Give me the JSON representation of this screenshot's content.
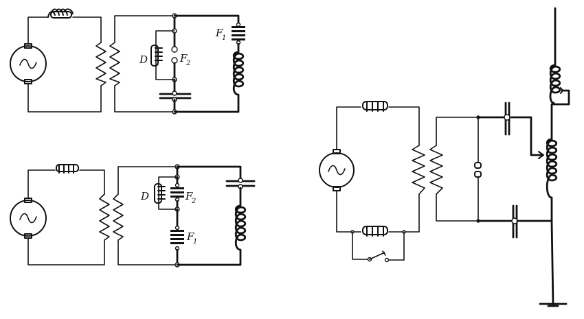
{
  "diagram": {
    "type": "circuit-schematics",
    "figures": [
      {
        "id": "top-left",
        "labels": {
          "d": "D",
          "f2": "F",
          "f2_sub": "2",
          "f1": "F",
          "f1_sub": "1"
        },
        "components": [
          "ac-generator",
          "series-inductor",
          "transformer",
          "choke-D",
          "spark-gap-F2",
          "capacitor",
          "spark-gap-F1",
          "coil"
        ]
      },
      {
        "id": "bottom-left",
        "labels": {
          "d": "D",
          "f2": "F",
          "f2_sub": "2",
          "f1": "F",
          "f1_sub": "1"
        },
        "components": [
          "ac-generator",
          "series-inductor",
          "transformer",
          "choke-D",
          "spark-gap-F2",
          "spark-gap-F1",
          "capacitor",
          "coil"
        ]
      },
      {
        "id": "right",
        "labels": {},
        "components": [
          "ac-generator",
          "series-inductor",
          "shunted-inductor-with-switch",
          "transformer",
          "spark-gap",
          "capacitor-top",
          "capacitor-bottom",
          "tapped-coil",
          "antenna-coil",
          "antenna",
          "ground"
        ]
      }
    ]
  }
}
